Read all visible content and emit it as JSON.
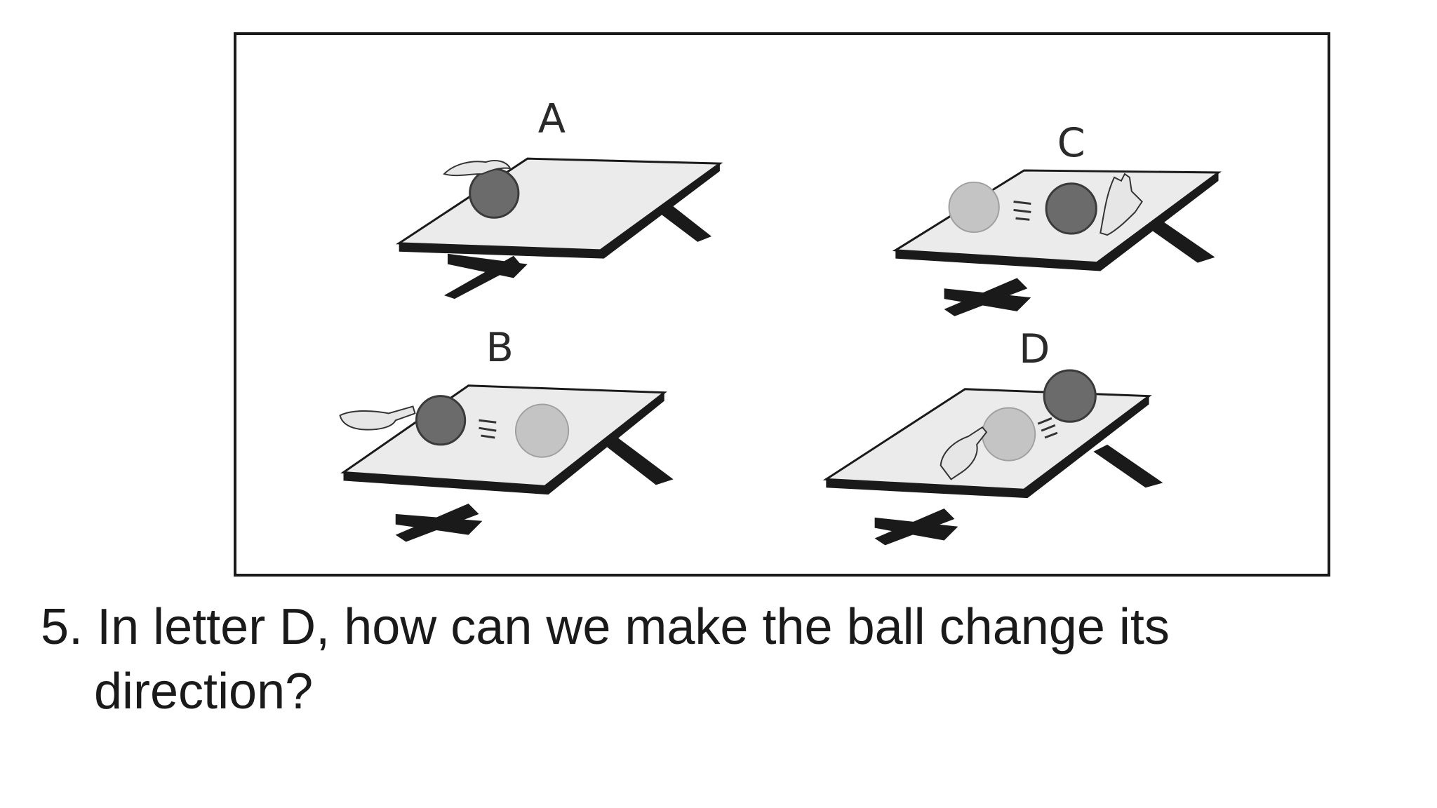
{
  "figure": {
    "panels": [
      {
        "letter": "A"
      },
      {
        "letter": "B"
      },
      {
        "letter": "C"
      },
      {
        "letter": "D"
      }
    ],
    "colors": {
      "frame": "#1a1a1a",
      "table_top": "#ebebeb",
      "table_edge": "#1a1a1a",
      "ball_dark": "#6b6b6b",
      "ball_light": "#c4c4c4",
      "hand": "#e6e6e6"
    }
  },
  "question": {
    "number": "5.",
    "line1": "In letter D, how can we make the ball change its",
    "line2": "direction?"
  }
}
